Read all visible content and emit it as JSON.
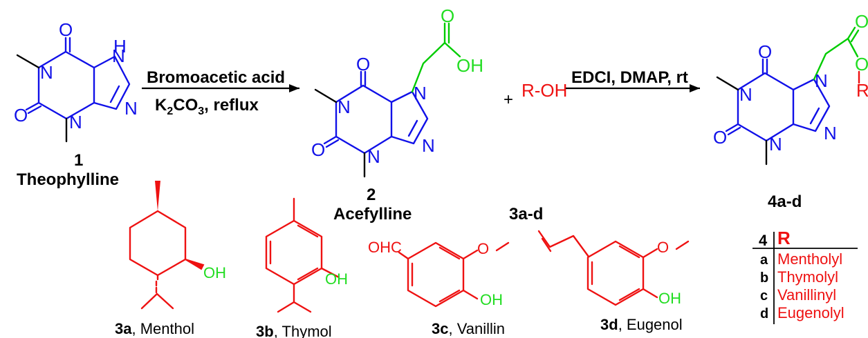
{
  "reaction1": {
    "reagent_top": "Bromoacetic acid",
    "reagent_bottom_prefix": "K",
    "reagent_bottom_sub1": "2",
    "reagent_bottom_mid": "CO",
    "reagent_bottom_sub2": "3",
    "reagent_bottom_suffix": ", reflux"
  },
  "reaction2": {
    "reagent_top": "EDCI, DMAP, rt"
  },
  "compound1": {
    "number": "1",
    "name": "Theophylline"
  },
  "compound2": {
    "number": "2",
    "name": "Acefylline"
  },
  "reactant": {
    "label": "3a-d",
    "plus": "+",
    "formula": "R-OH"
  },
  "product": {
    "label": "4a-d"
  },
  "atoms": {
    "N": "N",
    "H": "H",
    "O": "O",
    "OH": "OH",
    "OHC": "OHC",
    "R": "R"
  },
  "alcohols": [
    {
      "id": "3a",
      "name": ", Menthol"
    },
    {
      "id": "3b",
      "name": ", Thymol"
    },
    {
      "id": "3c",
      "name": ", Vanillin"
    },
    {
      "id": "3d",
      "name": ", Eugenol"
    }
  ],
  "r_table": {
    "header_key": "4",
    "header_value": "R",
    "rows": [
      {
        "key": "a",
        "value": "Mentholyl"
      },
      {
        "key": "b",
        "value": "Thymolyl"
      },
      {
        "key": "c",
        "value": "Vanillinyl"
      },
      {
        "key": "d",
        "value": "Eugenolyl"
      }
    ]
  },
  "colors": {
    "nitrogen_oxygen": "#1010e8",
    "linker": "#22dd22",
    "alcohol": "#ee1111",
    "carbon": "#000000"
  }
}
